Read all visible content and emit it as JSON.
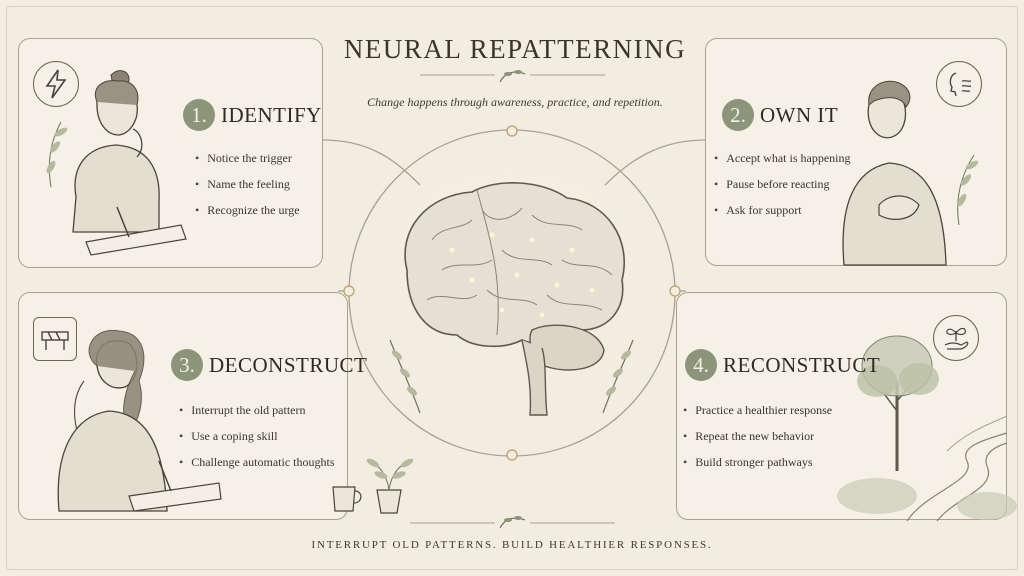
{
  "title": "NEURAL REPATTERNING",
  "subtitle": "Change happens through awareness, practice, and repetition.",
  "footer": "INTERRUPT OLD PATTERNS. BUILD HEALTHIER RESPONSES.",
  "steps": [
    {
      "number": "1.",
      "title": "IDENTIFY",
      "icon": "lightning-icon",
      "bullets": [
        "Notice the trigger",
        "Name the feeling",
        "Recognize the urge"
      ]
    },
    {
      "number": "2.",
      "title": "OWN IT",
      "icon": "breath-face-icon",
      "bullets": [
        "Accept what is happening",
        "Pause before reacting",
        "Ask for support"
      ]
    },
    {
      "number": "3.",
      "title": "DECONSTRUCT",
      "icon": "barrier-icon",
      "bullets": [
        "Interrupt the old pattern",
        "Use a coping skill",
        "Challenge automatic thoughts"
      ]
    },
    {
      "number": "4.",
      "title": "RECONSTRUCT",
      "icon": "sprout-hand-icon",
      "bullets": [
        "Practice a healthier response",
        "Repeat the new behavior",
        "Build stronger pathways"
      ]
    }
  ],
  "colors": {
    "background": "#f3ede1",
    "badge": "#8c9479",
    "line": "#a9a090",
    "ink": "#2e2a24"
  }
}
